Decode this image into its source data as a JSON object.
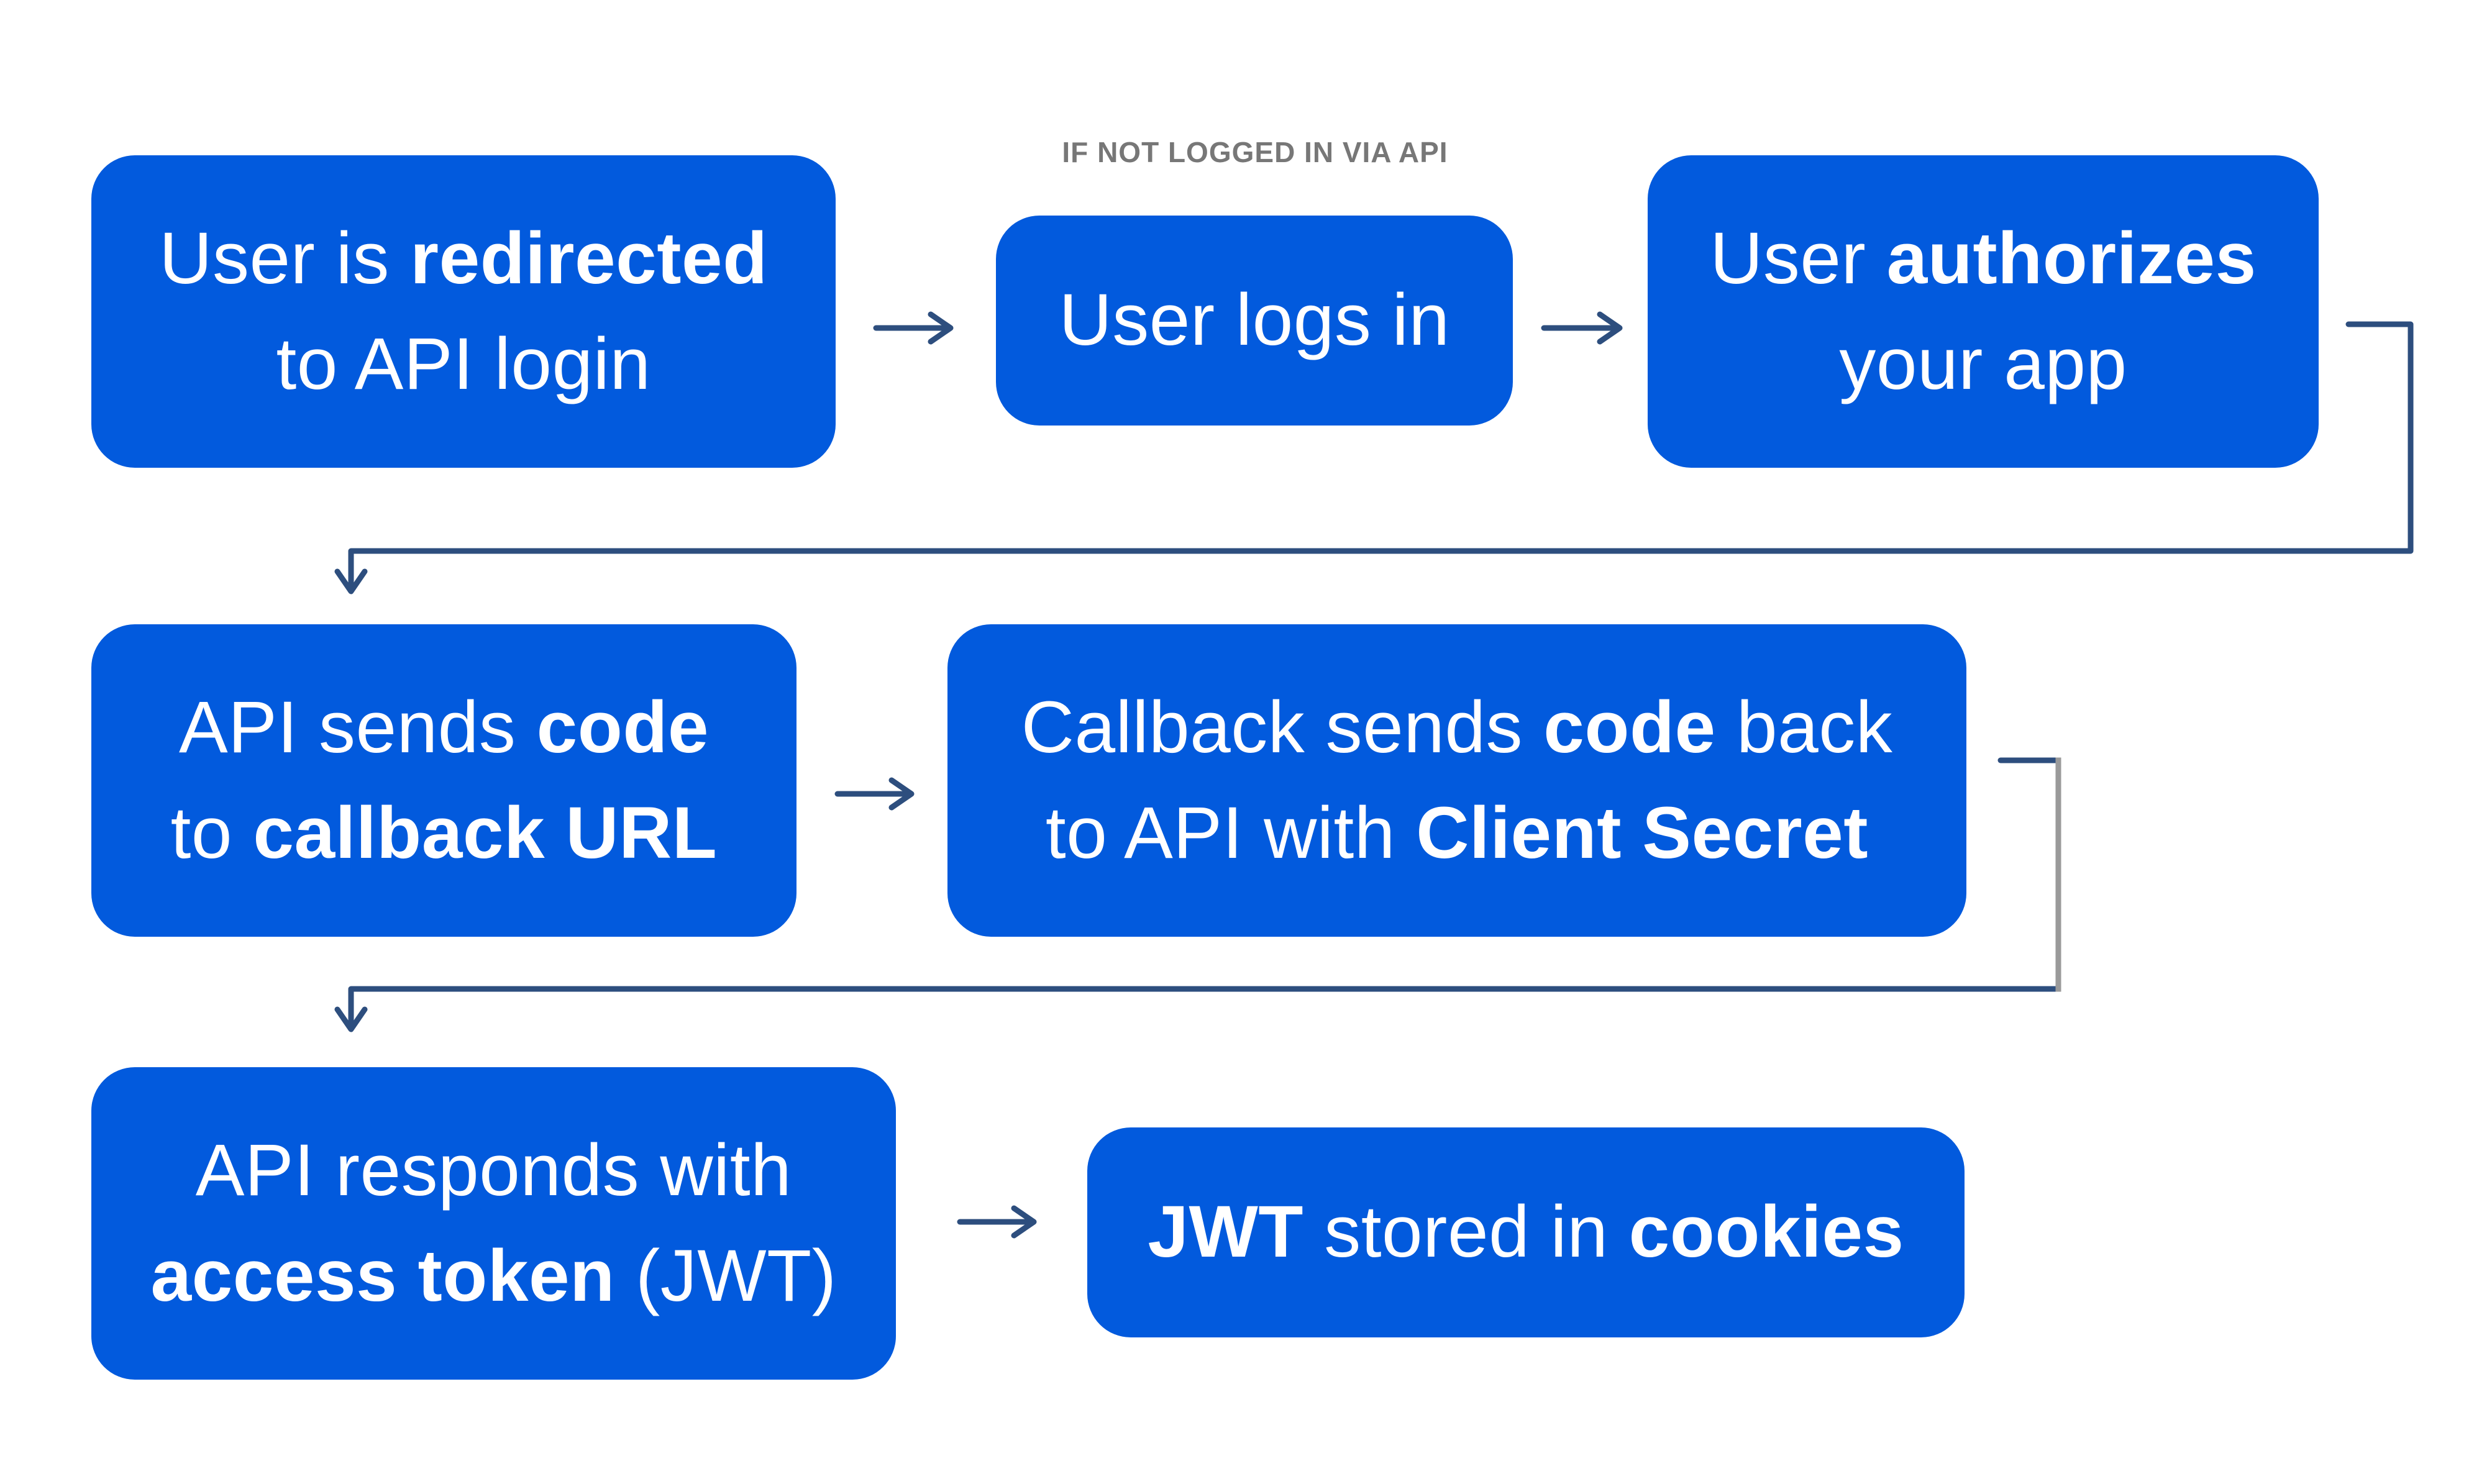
{
  "note": "IF NOT LOGGED IN VIA API",
  "colors": {
    "box": "#025ADD",
    "text": "#FFFFFF",
    "arrow": "#2D4E7E",
    "note": "#777777",
    "connector_alt": "#9A9A9A"
  },
  "steps": [
    {
      "line1": [
        "User is ",
        "redirected"
      ],
      "line2": [
        "to API login"
      ]
    },
    {
      "line1": [
        "User logs in"
      ]
    },
    {
      "line1": [
        "User ",
        "authorizes"
      ],
      "line2": [
        "your app"
      ]
    },
    {
      "line1": [
        "API sends ",
        "code"
      ],
      "line2": [
        "to ",
        "callback URL"
      ]
    },
    {
      "line1": [
        "Callback sends ",
        "code",
        " back"
      ],
      "line2": [
        "to API with ",
        "Client Secret"
      ]
    },
    {
      "line1": [
        "API responds with"
      ],
      "line2": [
        "access token",
        " (JWT)"
      ]
    },
    {
      "line1": [
        "JWT",
        " stored in ",
        "cookies"
      ]
    }
  ]
}
